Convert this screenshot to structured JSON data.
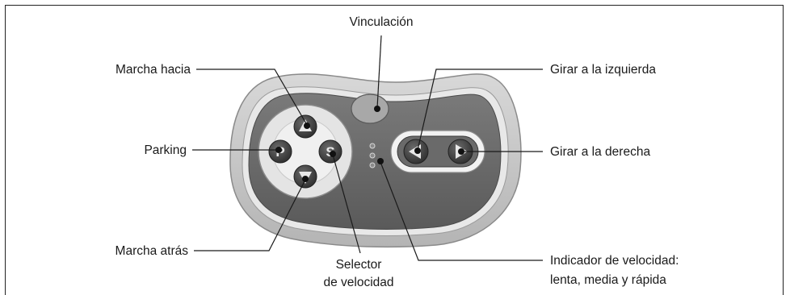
{
  "labels": {
    "pairing": "Vinculación",
    "forward": "Marcha hacia",
    "parking": "Parking",
    "reverse": "Marcha atrás",
    "speed_selector_l1": "Selector",
    "speed_selector_l2": "de velocidad",
    "turn_left": "Girar a la izquierda",
    "turn_right": "Girar a la derecha",
    "speed_indicator_l1": "Indicador de velocidad:",
    "speed_indicator_l2": "lenta, media y rápida"
  },
  "button_glyphs": {
    "parking": "P",
    "speed": "S"
  },
  "colors": {
    "outer_shell": "#c8c8c8",
    "inner_panel": "#6b6b6b",
    "dpad_ring": "#e6e6e6",
    "button": "#3e3e3e",
    "pairing_button": "#a9a9a9"
  }
}
